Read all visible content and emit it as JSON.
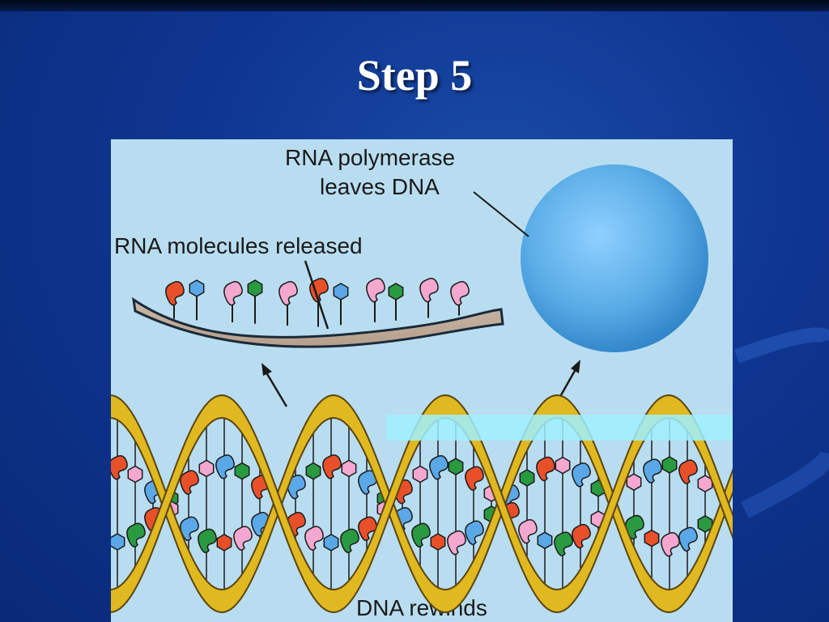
{
  "slide": {
    "title": "Step 5"
  },
  "diagram": {
    "labels": {
      "polymerase_line1": "RNA polymerase",
      "polymerase_line2": "leaves DNA",
      "rna_released": "RNA molecules released",
      "dna_rewinds": "DNA rewinds"
    }
  },
  "colors": {
    "background": "#0e3590",
    "figure_bg": "#b9ddf0",
    "helix": "#e0b820",
    "polymerase": "#5aace6",
    "base_red": "#e8502a",
    "base_pink": "#f4a8d0",
    "base_blue": "#5aa8e8",
    "base_green": "#2a9a40"
  }
}
